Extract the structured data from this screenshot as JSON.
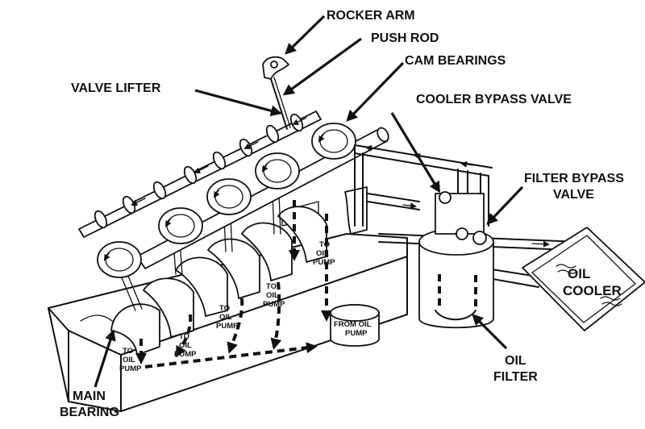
{
  "labels": {
    "rocker_arm": "ROCKER ARM",
    "push_rod": "PUSH ROD",
    "cam_bearings": "CAM BEARINGS",
    "valve_lifter": "VALVE LIFTER",
    "cooler_bypass_valve": "COOLER BYPASS VALVE",
    "filter_bypass_valve_1": "FILTER BYPASS",
    "filter_bypass_valve_2": "VALVE",
    "oil_cooler_1": "OIL",
    "oil_cooler_2": "COOLER",
    "oil_filter_1": "OIL",
    "oil_filter_2": "FILTER",
    "main_bearing_1": "MAIN",
    "main_bearing_2": "BEARING",
    "from_oil_pump_1": "FROM OIL",
    "from_oil_pump_2": "PUMP",
    "to": "TO",
    "oil": "OIL",
    "pump": "PUMP"
  },
  "colors": {
    "line": "#111111",
    "background": "#ffffff"
  }
}
